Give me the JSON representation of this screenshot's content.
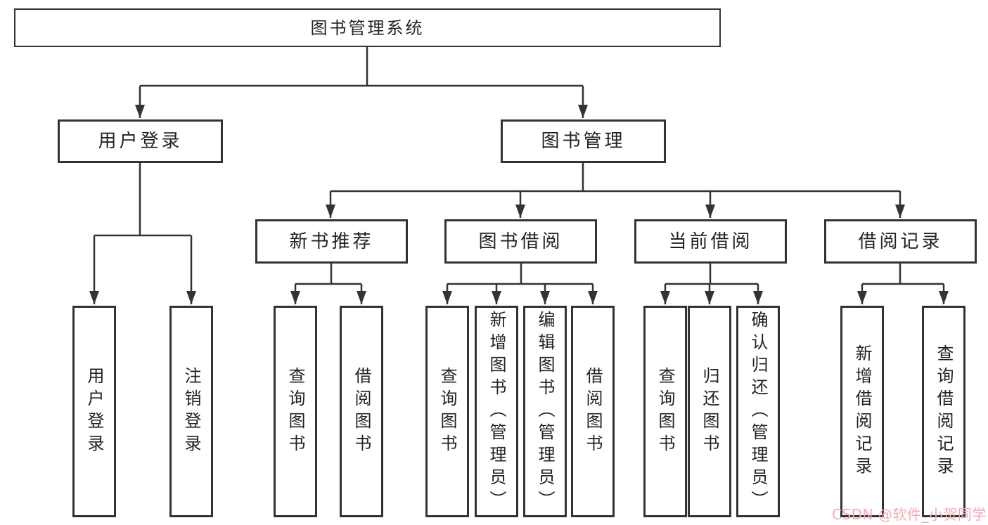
{
  "diagram_title": "图书管理系统",
  "nodes": {
    "root": "图书管理系统",
    "userLogin": "用户登录",
    "bookMgmt": "图书管理",
    "newBookRec": "新书推荐",
    "bookBorrow": "图书借阅",
    "currentBorrow": "当前借阅",
    "borrowRecords": "借阅记录",
    "leafUserLogin": "用户登录",
    "leafLogout": "注销登录",
    "leafQueryBook1": "查询图书",
    "leafBorrowBook1": "借阅图书",
    "leafQueryBook2": "查询图书",
    "leafAddBook": "新增图书（管理员）",
    "leafEditBook": "编辑图书（管理员）",
    "leafBorrowBook2": "借阅图书",
    "leafQueryBook3": "查询图书",
    "leafReturnBook": "归还图书",
    "leafConfirmReturn": "确认归还（管理员）",
    "leafAddRecord": "新增借阅记录",
    "leafQueryRecord": "查询借阅记录"
  },
  "hierarchy": {
    "图书管理系统": {
      "用户登录": [
        "用户登录",
        "注销登录"
      ],
      "图书管理": {
        "新书推荐": [
          "查询图书",
          "借阅图书"
        ],
        "图书借阅": [
          "查询图书",
          "新增图书（管理员）",
          "编辑图书（管理员）",
          "借阅图书"
        ],
        "当前借阅": [
          "查询图书",
          "归还图书",
          "确认归还（管理员）"
        ],
        "借阅记录": [
          "新增借阅记录",
          "查询借阅记录"
        ]
      }
    }
  },
  "watermark": {
    "text": "CSDN @软件_小贺同学",
    "color": "#f2a9b2"
  },
  "colors": {
    "line": "#333333",
    "box_border": "#333333",
    "text": "#222222",
    "background": "#ffffff"
  }
}
